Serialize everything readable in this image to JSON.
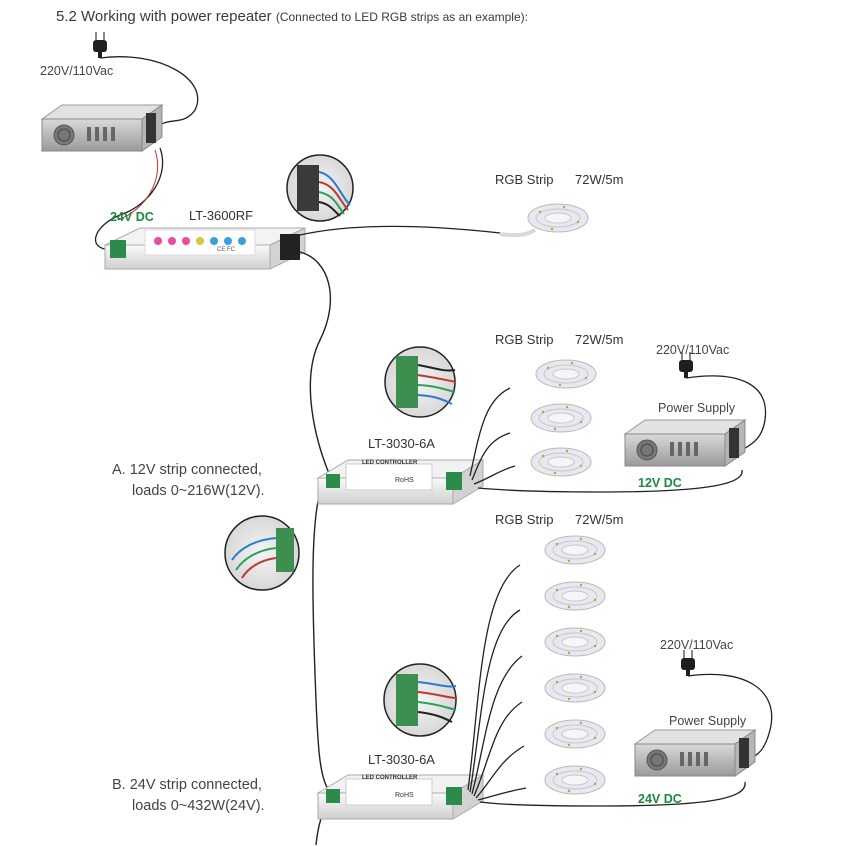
{
  "title": {
    "main": "5.2 Working with power repeater",
    "sub": "(Connected to LED RGB strips as an example):"
  },
  "top": {
    "mains": "220V/110Vac",
    "dc": "24V DC",
    "controller": "LT-3600RF",
    "strip_label": "RGB Strip",
    "strip_rating": "72W/5m"
  },
  "sectionA": {
    "strip_label": "RGB Strip",
    "strip_rating": "72W/5m",
    "mains": "220V/110Vac",
    "psu": "Power Supply",
    "dc": "12V DC",
    "repeater": "LT-3030-6A",
    "note_line1": "A. 12V strip connected,",
    "note_line2": "loads 0~216W(12V)."
  },
  "sectionB": {
    "strip_label": "RGB Strip",
    "strip_rating": "72W/5m",
    "mains": "220V/110Vac",
    "psu": "Power Supply",
    "dc": "24V DC",
    "repeater": "LT-3030-6A",
    "note_line1": "B. 24V strip connected,",
    "note_line2": "loads 0~432W(24V)."
  },
  "device_print": {
    "led_controller": "LED CONTROLLER",
    "rohs": "RoHS",
    "ce": "CE FC"
  },
  "colors": {
    "green_label": "#1a8a3e",
    "wire": "#222222",
    "strip": "#e4e4ea"
  }
}
